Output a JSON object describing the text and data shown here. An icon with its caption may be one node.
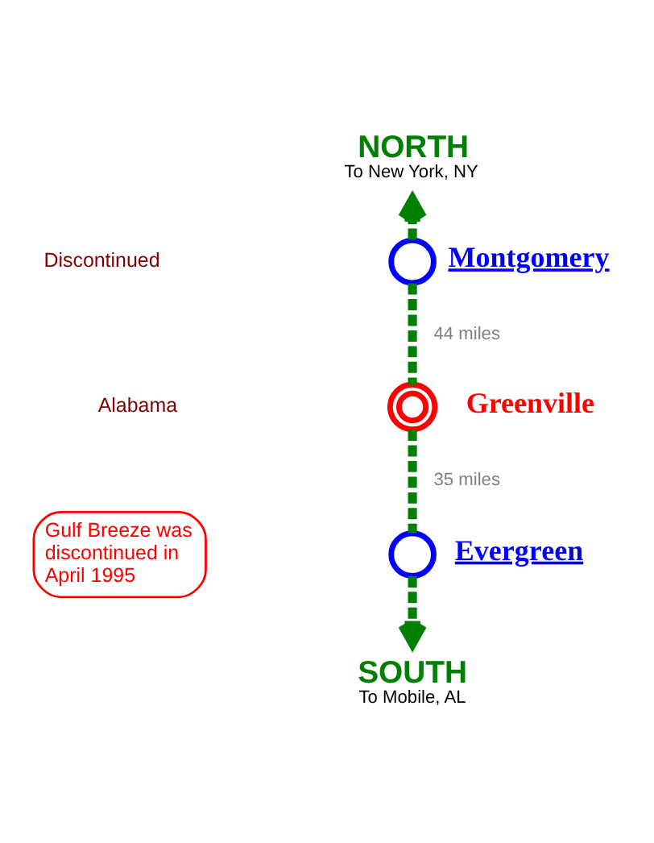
{
  "diagram": {
    "nodes": [
      {
        "text": [
          "NORTH",
          "To New York, NY"
        ]
      },
      {
        "text": [
          "Montgomery"
        ]
      },
      {
        "text": [
          "Greenville"
        ]
      },
      {
        "text": [
          "Gulf Breeze was discontinued in April 1995"
        ]
      },
      {
        "text": [
          "Evergreen"
        ]
      },
      {
        "text": [
          "SOUTH",
          "To Mobile, AL"
        ]
      }
    ],
    "edges": [
      {
        "from": 1,
        "to": 0,
        "arrow": "to",
        "style": "dashed"
      },
      {
        "from": 1,
        "to": 2,
        "arrow": "none",
        "label": "44 miles",
        "style": "dashed"
      },
      {
        "from": 2,
        "to": 4,
        "arrow": "none",
        "label": "35 miles",
        "style": "dashed"
      },
      {
        "from": 4,
        "to": 5,
        "arrow": "to",
        "style": "dashed"
      }
    ],
    "labels": [
      "Discontinued",
      "Alabama"
    ]
  }
}
